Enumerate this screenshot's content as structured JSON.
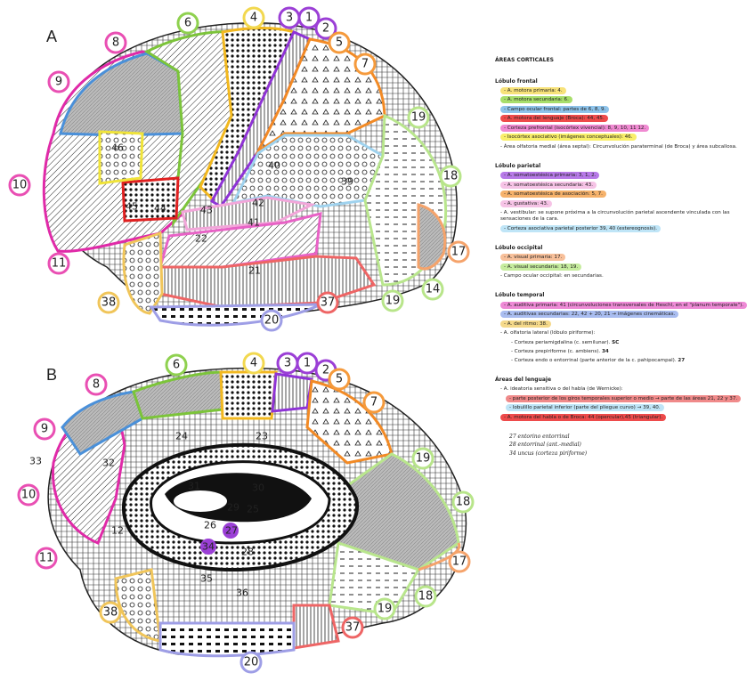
{
  "panels": {
    "a": "A",
    "b": "B"
  },
  "badges_a": [
    "6",
    "4",
    "3",
    "1",
    "2",
    "5",
    "7",
    "8",
    "9",
    "19",
    "18",
    "10",
    "17",
    "11",
    "38",
    "37",
    "20",
    "14",
    "19"
  ],
  "badges_b": [
    "6",
    "4",
    "3",
    "1",
    "2",
    "5",
    "7",
    "8",
    "9",
    "19",
    "10",
    "18",
    "17",
    "11",
    "18",
    "38",
    "19",
    "37",
    "20"
  ],
  "inner_a": [
    "46",
    "45",
    "44",
    "40",
    "39",
    "43",
    "41",
    "42",
    "22",
    "21"
  ],
  "inner_b": [
    "24",
    "23",
    "33",
    "32",
    "31",
    "30",
    "29",
    "25",
    "26",
    "27",
    "28",
    "34",
    "12",
    "35",
    "36"
  ],
  "colors": {
    "motor_primary": "#f2d84f",
    "motor_secondary": "#8fd14f",
    "frontal_eye": "#6fa8dc",
    "broca": "#e02020",
    "prefrontal": "#e94fb3",
    "isocortex": "#f5e94a",
    "somatosensory": "#9b3fd6",
    "somato_secondary": "#f2a6d9",
    "association": "#f59a3c",
    "parietal_post": "#a7d8ef",
    "visual_primary": "#f5a36b",
    "visual_secondary": "#b8e58a",
    "auditory_primary": "#e862c6",
    "auditory_secondary": "#7b9be8",
    "rhythm": "#f0c55a",
    "wernicke": "#ee6565",
    "parahip": "#9e9ee6"
  },
  "legend": {
    "title": "ÁREAS CORTICALES",
    "sections": [
      {
        "heading": "Lóbulo frontal",
        "items": [
          {
            "text": "- A. motora primaria: 4.",
            "color": "#f7e27a"
          },
          {
            "text": "- A. motora secundaria: 6.",
            "color": "#a8de6b"
          },
          {
            "text": "- Campo ocular frontal: partes de 6, 8, 9.",
            "color": "#8ec3ea"
          },
          {
            "text": "- A. motora del lenguaje (Broca): 44, 45.",
            "color": "#ee4b4b"
          },
          {
            "text": "- Corteza prefrontal (isocórtex vivencial): 8, 9, 10, 11 12.",
            "color": "#f08ad2"
          },
          {
            "text": "- Isocórtex asociativo (imágenes conceptuales): 46.",
            "color": "#f9ef6a"
          },
          {
            "text": "- Área olfatoria medial (área septal): Circunvolución paraterminal (de Broca) y área subcallosa.",
            "color": ""
          }
        ]
      },
      {
        "heading": "Lóbulo parietal",
        "items": [
          {
            "text": "- A. somatoestésica primaria: 3, 1, 2.",
            "color": "#b77ae8"
          },
          {
            "text": "- A. somatoestésica secundaria: 43.",
            "color": "#f6c3e6"
          },
          {
            "text": "- A. somatoestésica de asociación: 5, 7.",
            "color": "#f6b26b"
          },
          {
            "text": "- A. gustativa: 43.",
            "color": "#f6c3e6"
          },
          {
            "text": "- A. vestibular: se supone próxima a la circunvolución parietal ascendente vinculada con las sensaciones de la cara.",
            "color": ""
          },
          {
            "text": "- Corteza asociativa parietal posterior 39, 40 (estereognosis).",
            "color": "#bfe5f7"
          }
        ]
      },
      {
        "heading": "Lóbulo occipital",
        "items": [
          {
            "text": "- A. visual primaria: 17.",
            "color": "#f8c09a"
          },
          {
            "text": "- A. visual secundaria: 18, 19.",
            "color": "#c6ec9e"
          },
          {
            "text": "- Campo ocular occipital: en secundarias.",
            "color": ""
          }
        ]
      },
      {
        "heading": "Lóbulo temporal",
        "items": [
          {
            "text": "- A. auditiva primaria: 41 (circunvoluciones transversales de Heschl, en el \"planum temporale\").",
            "color": "#ee8ad6"
          },
          {
            "text": "- A. auditivas secundarias: 22, 42 + 20, 21 → imágenes cinemáticas.",
            "color": "#a9bdf0"
          },
          {
            "text": "- A. del ritmo: 38.",
            "color": "#f5d98a"
          },
          {
            "text": "- A. olfatoria lateral (lóbulo piriforme):",
            "color": ""
          }
        ],
        "subitems": [
          {
            "text": "- Corteza periamigdalina (c. semilunar).",
            "mark": "SC"
          },
          {
            "text": "- Corteza prepiriforme (c. ambiens).",
            "mark": "34"
          },
          {
            "text": "- Corteza endo o entorrinal (parte anterior de la c. pahipocampal).",
            "mark": "27"
          }
        ]
      },
      {
        "heading": "Áreas del lenguaje",
        "items": [
          {
            "text": "- A. ideatoria sensitiva o del habla (de Wernicke):",
            "color": ""
          },
          {
            "text": "- parte posterior de los giros temporales superior o medio → parte de las áreas 21, 22 y 37.",
            "color": "#f08a8a"
          },
          {
            "text": "- lobulillo parietal inferior (parte del pliegue curvo) → 39, 40.",
            "color": "#bfe5f7"
          },
          {
            "text": "- A. motora del habla o de Broca: 44 (opercular),45 (triangular).",
            "color": "#ee4b4b"
          }
        ]
      }
    ],
    "handwritten": [
      "27 entorino entorrinal",
      "28 entorrinal (ant.-medial)",
      "34 uncus (corteza piriforme)"
    ]
  }
}
